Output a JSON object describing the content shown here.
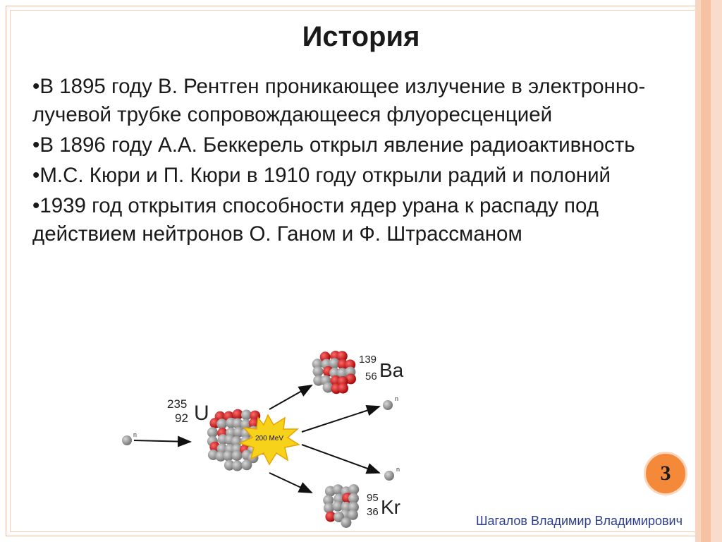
{
  "slide": {
    "title": "История",
    "bullets": [
      "•В 1895 году В. Рентген проникающее излучение в электронно-лучевой трубке сопровождающееся флуоресценцией",
      "•В 1896 году А.А. Беккерель открыл явление радиоактивность",
      "•М.С. Кюри и П. Кюри в 1910 году открыли радий и полоний",
      "•1939 год открытия способности ядер урана к распаду под действием нейтронов О. Ганом и Ф. Штрассманом"
    ],
    "diagram": {
      "uranium": {
        "mass": "235",
        "atomic": "92",
        "symbol": "U"
      },
      "barium": {
        "mass": "139",
        "atomic": "56",
        "symbol": "Ba"
      },
      "krypton": {
        "mass": "95",
        "atomic": "36",
        "symbol": "Kr"
      },
      "neutron_label": "n",
      "energy": "200 MeV"
    },
    "page_number": "3",
    "author": "Шагалов Владимир Владимирович"
  },
  "colors": {
    "accent": "#f4893a",
    "author_text": "#2d3f8c",
    "proton": "#cc1f1f",
    "neutron": "#8c8c8c",
    "burst": "#f7d21b"
  }
}
